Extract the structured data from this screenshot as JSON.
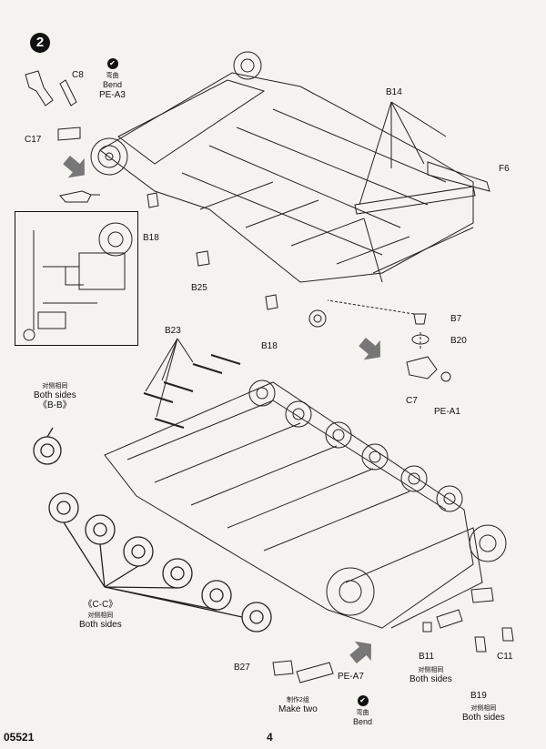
{
  "step": {
    "number": "2"
  },
  "labels": {
    "c8": "C8",
    "pe_a3": "PE-A3",
    "c17": "C17",
    "b14": "B14",
    "f6": "F6",
    "b18_top": "B18",
    "b25": "B25",
    "b18_mid": "B18",
    "b7": "B7",
    "b20": "B20",
    "c7": "C7",
    "pe_a1": "PE-A1",
    "b23": "B23",
    "b11": "B11",
    "c11": "C11",
    "b19": "B19",
    "b27": "B27",
    "pe_a7": "PE-A7"
  },
  "notes": {
    "bend_cn": "弯曲",
    "bend_en": "Bend",
    "both_sides_cn": "对侧相同",
    "both_sides_en": "Both sides",
    "make_two_cn": "制作2组",
    "make_two_en": "Make two",
    "section_bb": "《B-B》",
    "section_cc": "《C-C》"
  },
  "icons": {
    "bend": "check-icon"
  },
  "footer": {
    "code": "05521",
    "page": "4"
  }
}
